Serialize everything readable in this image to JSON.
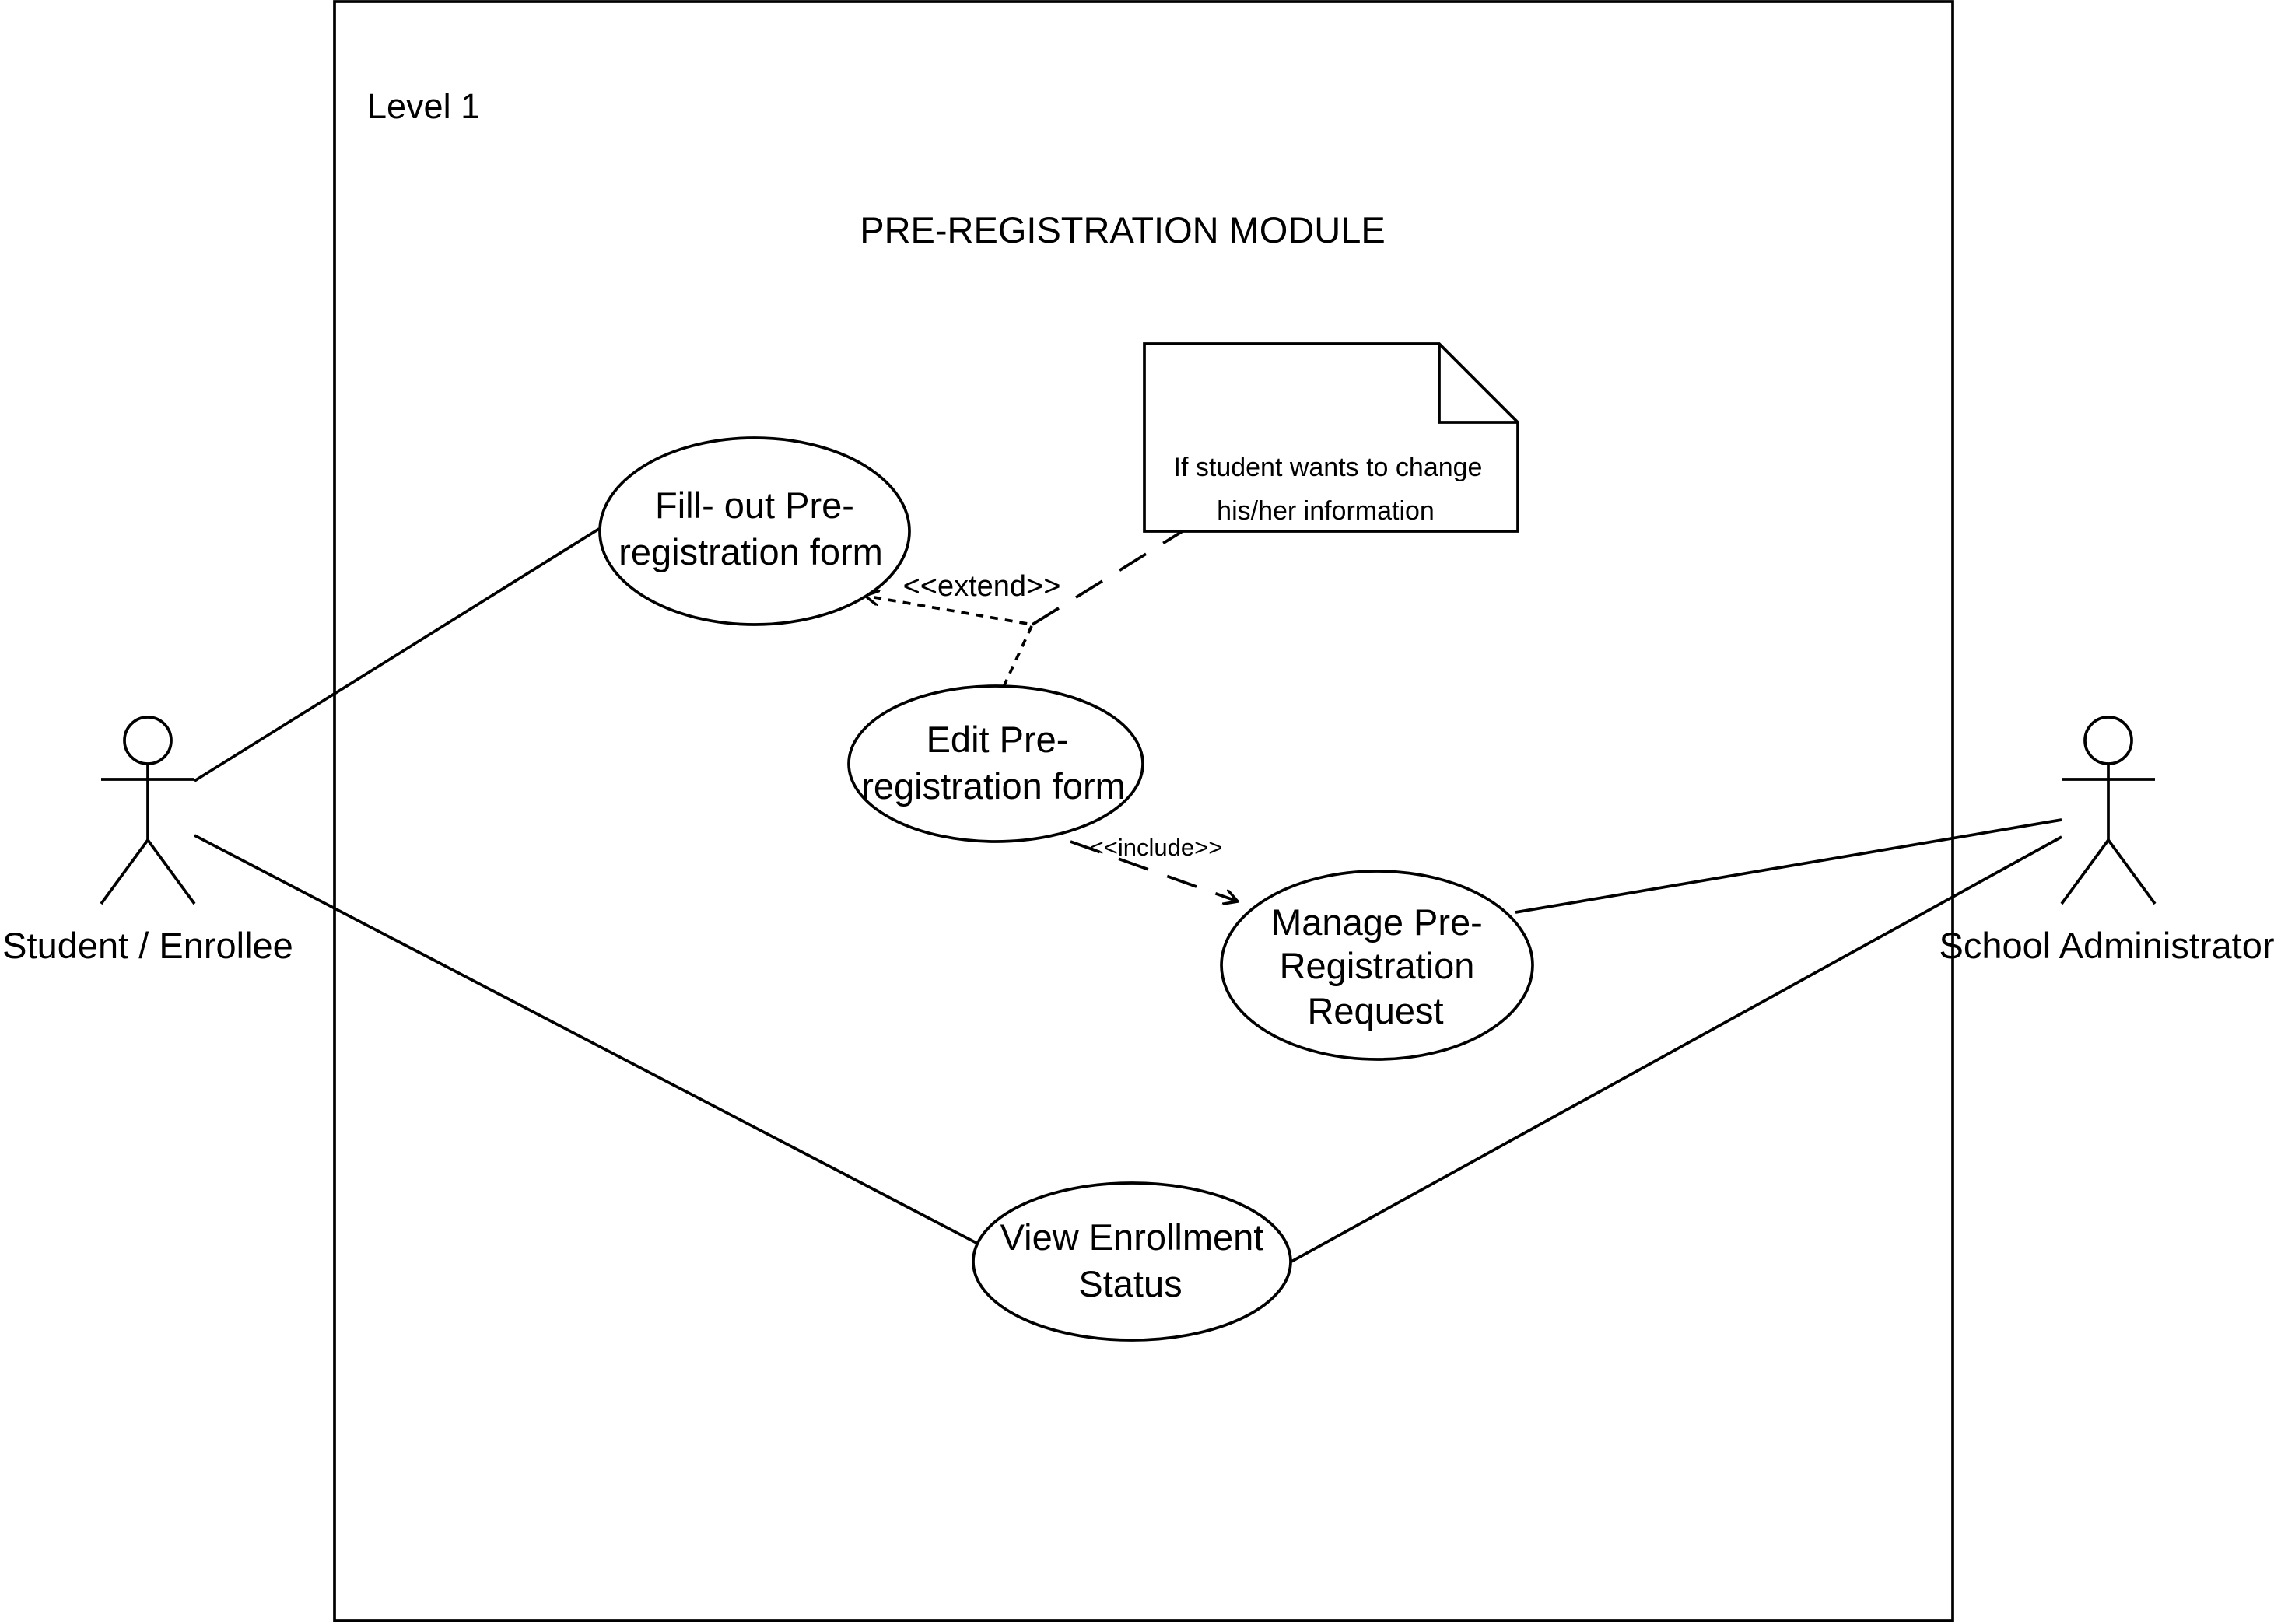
{
  "diagram": {
    "level_label": "Level 1",
    "system_title": "PRE-REGISTRATION MODULE"
  },
  "actors": {
    "student": {
      "label": "Student / Enrollee"
    },
    "admin": {
      "label": "School Administrator"
    }
  },
  "use_cases": {
    "fill_out": {
      "line1": "Fill- out Pre-",
      "line2": "registration form"
    },
    "edit": {
      "line1": "Edit Pre-",
      "line2": "registration form"
    },
    "manage": {
      "line1": "Manage Pre-",
      "line2": "Registration",
      "line3": "Request"
    },
    "view_status": {
      "line1": "View Enrollment",
      "line2": "Status"
    }
  },
  "relationships": {
    "extend_label": "<<extend>>",
    "include_label": "<<include>>"
  },
  "note": {
    "line1": "If student wants to change",
    "line2": "his/her information"
  }
}
